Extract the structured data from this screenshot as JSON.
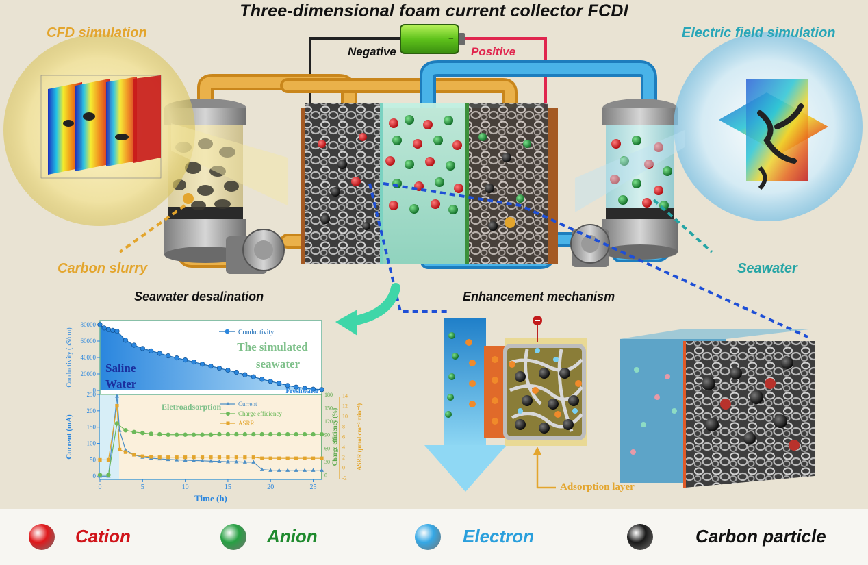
{
  "title": "Three-dimensional foam current collector  FCDI",
  "battery": {
    "negative": "Negative",
    "positive": "Positive"
  },
  "labels": {
    "cfd": "CFD simulation",
    "efield": "Electric field simulation",
    "carbon_slurry": "Carbon slurry",
    "seawater": "Seawater",
    "seawater_desal": "Seawater desalination",
    "enhancement": "Enhancement mechanism",
    "adsorption_layer": "Adsorption layer"
  },
  "colors": {
    "cation": "#e0181b",
    "anion": "#27a043",
    "electron": "#35a8e6",
    "carbon": "#1a1a1a",
    "orange_pipe": "#e3a52d",
    "blue_pipe": "#3aa9e2"
  },
  "legend": [
    {
      "label": "Cation",
      "color": "#d0141a",
      "ball": "#e0181b"
    },
    {
      "label": "Anion",
      "color": "#1f8a2e",
      "ball": "#27a043"
    },
    {
      "label": "Electron",
      "color": "#2a9fdc",
      "ball": "#35a8e6"
    },
    {
      "label": "Carbon particle",
      "color": "#111111",
      "ball": "#1a1a1a"
    }
  ],
  "chart_data": [
    {
      "type": "line",
      "title": "",
      "ylabel": "Conductivity (μS/cm)",
      "ylim": [
        -5000,
        85000
      ],
      "yticks": [
        "80000",
        "60000",
        "40000",
        "20000",
        "0"
      ],
      "annotations": [
        "The simulated",
        "seawater",
        "Saline",
        "Water",
        "Freshwater"
      ],
      "series": [
        {
          "name": "Conductivity",
          "x": [
            0,
            0.5,
            1,
            1.5,
            2,
            3,
            4,
            5,
            6,
            7,
            8,
            9,
            10,
            11,
            12,
            13,
            14,
            15,
            16,
            17,
            18,
            19,
            20,
            21,
            22,
            23,
            24,
            25,
            26
          ],
          "y": [
            80000,
            76000,
            74000,
            73000,
            72000,
            61000,
            55000,
            51000,
            48000,
            45000,
            42000,
            39500,
            37000,
            34500,
            32000,
            29500,
            27000,
            24500,
            22000,
            19000,
            16500,
            13500,
            11000,
            8500,
            6000,
            4000,
            2500,
            1500,
            1000
          ]
        }
      ]
    },
    {
      "type": "line",
      "xlabel": "Time (h)",
      "ylabel": "Current (mA)",
      "ylabel_right1": "Charge efficiency (%)",
      "ylabel_right2": "ASRR (μmol cm⁻² min⁻¹)",
      "xlim": [
        0,
        26
      ],
      "ylim": [
        -10,
        250
      ],
      "xticks": [
        "0",
        "5",
        "10",
        "15",
        "20",
        "25"
      ],
      "yticks": [
        "250",
        "200",
        "150",
        "100",
        "50",
        "0"
      ],
      "yticks_right1": [
        "180",
        "150",
        "120",
        "90",
        "60",
        "30",
        "0"
      ],
      "yticks_right2": [
        "14",
        "12",
        "10",
        "8",
        "6",
        "4",
        "2",
        "0",
        "-2"
      ],
      "annotations": [
        "Eletroadsorption"
      ],
      "series": [
        {
          "name": "Current",
          "x": [
            0,
            1,
            2,
            2.3,
            3,
            4,
            5,
            6,
            7,
            8,
            9,
            10,
            11,
            12,
            13,
            14,
            15,
            16,
            17,
            18,
            19,
            20,
            21,
            22,
            23,
            24,
            25,
            26
          ],
          "y": [
            0,
            0,
            245,
            140,
            80,
            65,
            58,
            55,
            53,
            51,
            50,
            49,
            48,
            47,
            46,
            45,
            44,
            44,
            43,
            43,
            20,
            18,
            18,
            18,
            18,
            18,
            18,
            18
          ]
        },
        {
          "name": "Charge efficiency",
          "x": [
            0,
            1,
            2,
            3,
            4,
            5,
            6,
            7,
            8,
            9,
            10,
            11,
            12,
            13,
            14,
            15,
            16,
            17,
            18,
            19,
            20,
            21,
            22,
            23,
            24,
            25,
            26
          ],
          "y": [
            0,
            0,
            115,
            100,
            96,
            94,
            92,
            91,
            90,
            90,
            90,
            90,
            90,
            90,
            91,
            91,
            91,
            91,
            91,
            91,
            91,
            91,
            91,
            91,
            91,
            91,
            91
          ]
        },
        {
          "name": "ASRR",
          "x": [
            0,
            1,
            2,
            2.3,
            3,
            4,
            5,
            6,
            7,
            8,
            9,
            10,
            11,
            12,
            13,
            14,
            15,
            16,
            17,
            18,
            19,
            20,
            21,
            22,
            23,
            24,
            25,
            26
          ],
          "y": [
            1.5,
            1.5,
            12,
            3.5,
            3,
            2.5,
            2.2,
            2.1,
            2.0,
            2.0,
            2.0,
            2.0,
            2.0,
            2.0,
            2.0,
            2.0,
            2.0,
            2.0,
            2.0,
            2.0,
            1.8,
            1.8,
            1.8,
            1.8,
            1.8,
            1.8,
            1.8,
            1.8
          ]
        }
      ]
    }
  ]
}
